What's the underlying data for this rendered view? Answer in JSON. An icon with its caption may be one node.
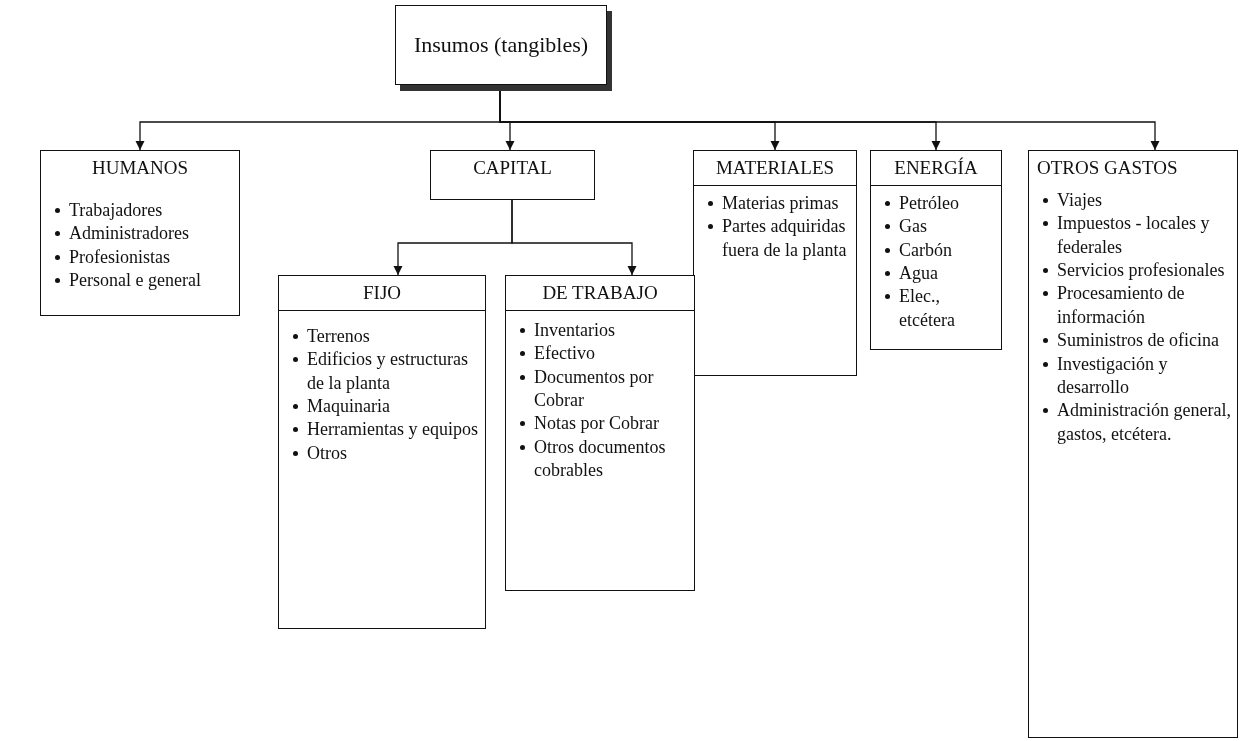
{
  "diagram": {
    "nodes": [
      {
        "text": [
          "Insumos (tangibles)"
        ]
      },
      {
        "text": [
          "HUMANOS",
          "Trabajadores",
          "Administradores",
          "Profesionistas",
          "Personal e general"
        ]
      },
      {
        "text": [
          "CAPITAL"
        ]
      },
      {
        "text": [
          "MATERIALES",
          "Materias primas",
          "Partes adquiridas fuera de la planta"
        ]
      },
      {
        "text": [
          "ENERGÍA",
          "Petróleo",
          "Gas",
          "Carbón",
          "Agua",
          "Elec., etcétera"
        ]
      },
      {
        "text": [
          "OTROS GASTOS",
          "Viajes",
          "Impuestos - locales y federales",
          "Servicios profesionales",
          "Procesamiento de información",
          "Suministros de oficina",
          "Investigación y desarrollo",
          "Administración general, gastos, etcétera."
        ]
      },
      {
        "text": [
          "FIJO",
          "Terrenos",
          "Edificios y estructuras de la planta",
          "Maquinaria",
          "Herramientas y equipos",
          "Otros"
        ]
      },
      {
        "text": [
          "DE TRABAJO",
          "Inventarios",
          "Efectivo",
          "Documentos por Cobrar",
          "Notas por Cobrar",
          "Otros documentos cobrables"
        ]
      }
    ],
    "edges": [
      {
        "from": 0,
        "to": 1,
        "arrow": "to"
      },
      {
        "from": 0,
        "to": 2,
        "arrow": "to"
      },
      {
        "from": 0,
        "to": 3,
        "arrow": "to"
      },
      {
        "from": 0,
        "to": 4,
        "arrow": "to"
      },
      {
        "from": 0,
        "to": 5,
        "arrow": "to"
      },
      {
        "from": 2,
        "to": 6,
        "arrow": "to"
      },
      {
        "from": 2,
        "to": 7,
        "arrow": "to"
      }
    ]
  }
}
